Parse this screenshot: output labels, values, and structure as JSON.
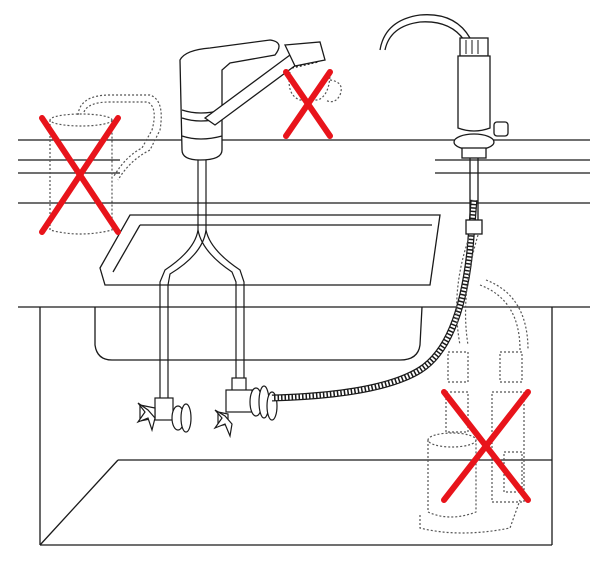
{
  "colors": {
    "line": "#1a1a1a",
    "dotted": "#555555",
    "cross": "#e8141b",
    "background": "#ffffff"
  },
  "icons": {
    "cross_mark": "x-mark-icon",
    "valve": "valve-handle-icon"
  },
  "crosses": [
    {
      "name": "old-filter-crossed"
    },
    {
      "name": "faucet-attachment-crossed"
    },
    {
      "name": "under-sink-cartridges-crossed"
    }
  ]
}
